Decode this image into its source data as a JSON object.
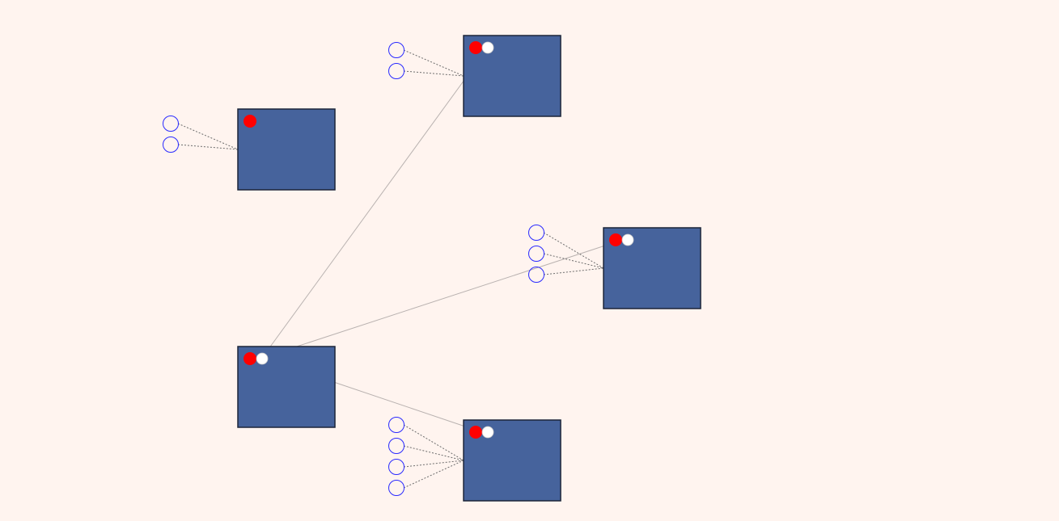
{
  "canvas": {
    "background": "#fff4ef"
  },
  "colors": {
    "node_fill": "#46639c",
    "node_border": "#1b2438",
    "handle": "#ff0000",
    "connected_port": "#ffffff",
    "stub_circle": "#2a2aff",
    "stub_line": "#6c6c6c",
    "edge": "#b9b2b0"
  },
  "nodes": [
    {
      "id": "root",
      "stubs": 2,
      "connected_port": false
    },
    {
      "id": "hub",
      "stubs": 0,
      "connected_port": true
    },
    {
      "id": "top-right",
      "stubs": 2,
      "connected_port": true
    },
    {
      "id": "middle-right",
      "stubs": 3,
      "connected_port": true
    },
    {
      "id": "bottom-right",
      "stubs": 4,
      "connected_port": true
    }
  ],
  "edges": [
    {
      "from": "hub",
      "to": "top-right"
    },
    {
      "from": "hub",
      "to": "middle-right"
    },
    {
      "from": "hub",
      "to": "bottom-right"
    }
  ]
}
